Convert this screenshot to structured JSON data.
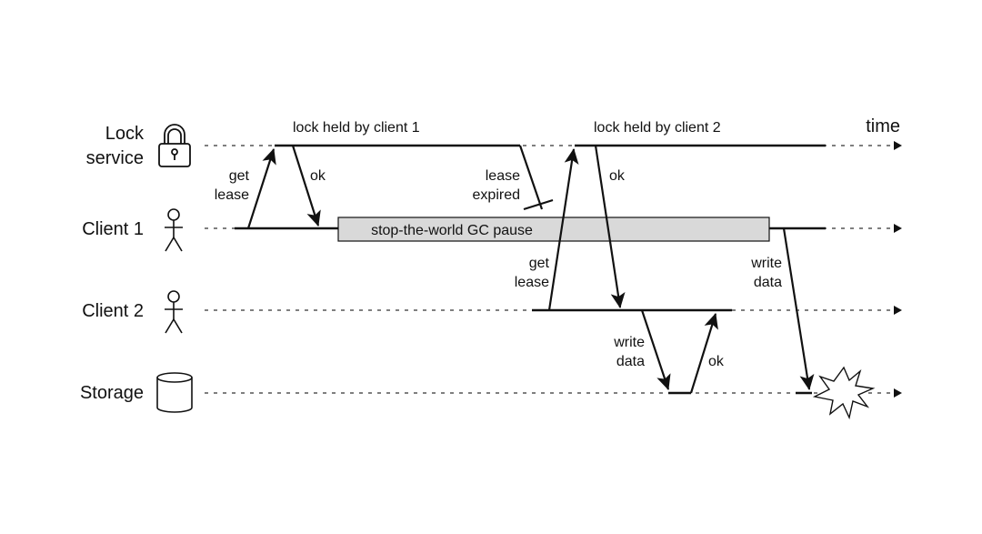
{
  "lanes": {
    "lock": {
      "line1": "Lock",
      "line2": "service",
      "icon": "padlock-icon"
    },
    "client1": {
      "label": "Client 1",
      "icon": "person-icon"
    },
    "client2": {
      "label": "Client 2",
      "icon": "person-icon"
    },
    "storage": {
      "label": "Storage",
      "icon": "database-icon"
    }
  },
  "time_label": "time",
  "annotations": {
    "lock_held_1": "lock held by client 1",
    "lock_held_2": "lock held by client 2",
    "get_lease_1": {
      "line1": "get",
      "line2": "lease"
    },
    "ok_1": "ok",
    "lease_expired": {
      "line1": "lease",
      "line2": "expired"
    },
    "gc_pause": "stop-the-world GC pause",
    "get_lease_2": {
      "line1": "get",
      "line2": "lease"
    },
    "ok_2": "ok",
    "write_data_c1": {
      "line1": "write",
      "line2": "data"
    },
    "write_data_c2": {
      "line1": "write",
      "line2": "data"
    },
    "ok_3": "ok"
  },
  "colors": {
    "stroke": "#111111",
    "gc_box_fill": "#d9d9d9",
    "dashed": "#333333"
  }
}
